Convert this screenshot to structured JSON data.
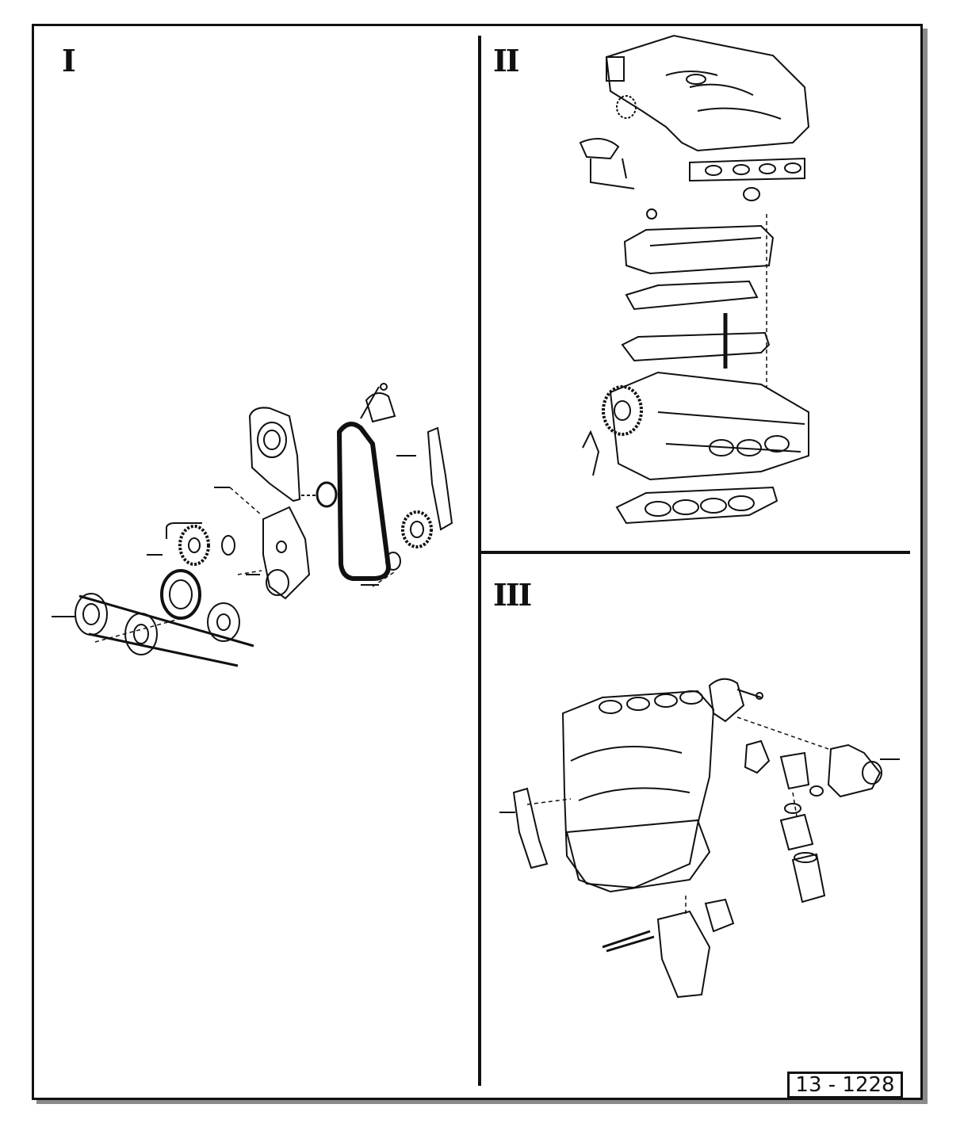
{
  "panels": [
    {
      "label": "I"
    },
    {
      "label": "II"
    },
    {
      "label": "III"
    }
  ],
  "figure_ref": "13 - 1228",
  "colors": {
    "ink": "#111111",
    "shadow": "#8a8a8a",
    "paper": "#ffffff"
  }
}
